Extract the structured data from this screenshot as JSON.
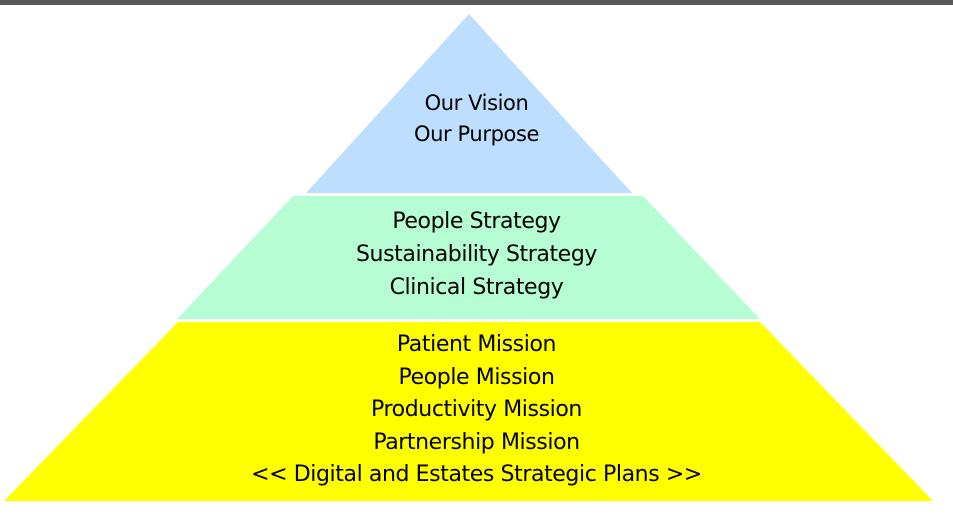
{
  "diagram": {
    "type": "pyramid",
    "colors": {
      "top_bar": "#595959",
      "tier_top": "#BDDEFE",
      "tier_middle": "#B6FDD3",
      "tier_bottom": "#FFFF00",
      "text": "#000000"
    },
    "tiers": [
      {
        "name": "vision",
        "lines": [
          "Our Vision",
          "Our Purpose"
        ]
      },
      {
        "name": "strategies",
        "lines": [
          "People Strategy",
          "Sustainability Strategy",
          "Clinical Strategy"
        ]
      },
      {
        "name": "missions",
        "lines": [
          "Patient Mission",
          "People Mission",
          "Productivity Mission",
          "Partnership Mission",
          "<< Digital and Estates Strategic Plans >>"
        ]
      }
    ]
  }
}
